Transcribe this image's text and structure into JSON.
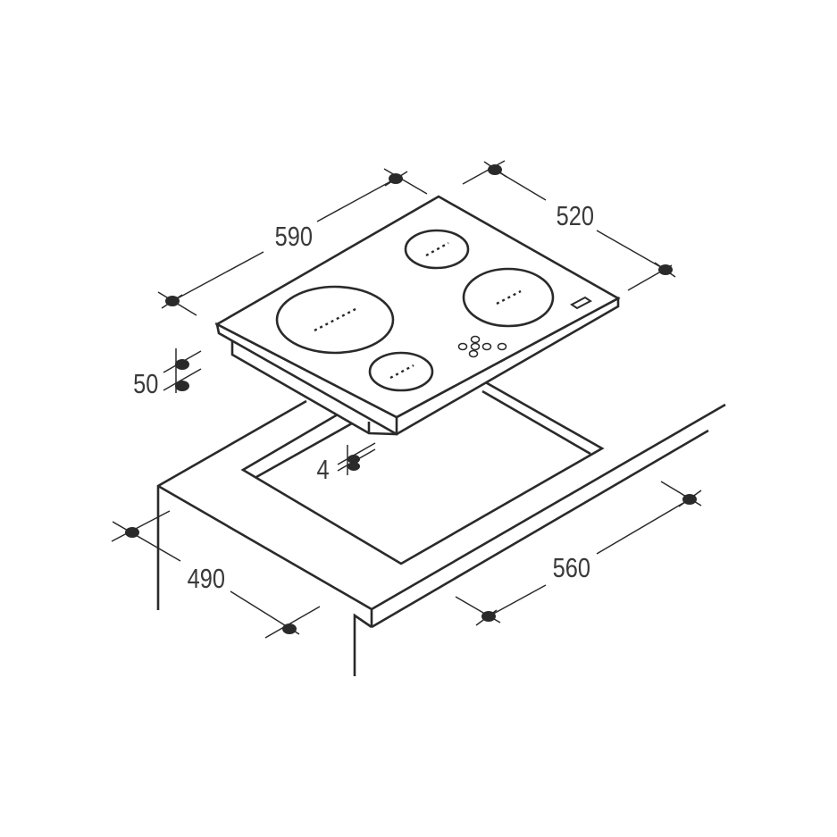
{
  "dimensions": {
    "hob_width": "590",
    "hob_depth": "520",
    "hob_height": "50",
    "gap": "4",
    "cutout_depth": "490",
    "cutout_width": "560"
  },
  "colors": {
    "line": "#2a2a2a",
    "text": "#3a3a3a",
    "background": "#ffffff"
  }
}
